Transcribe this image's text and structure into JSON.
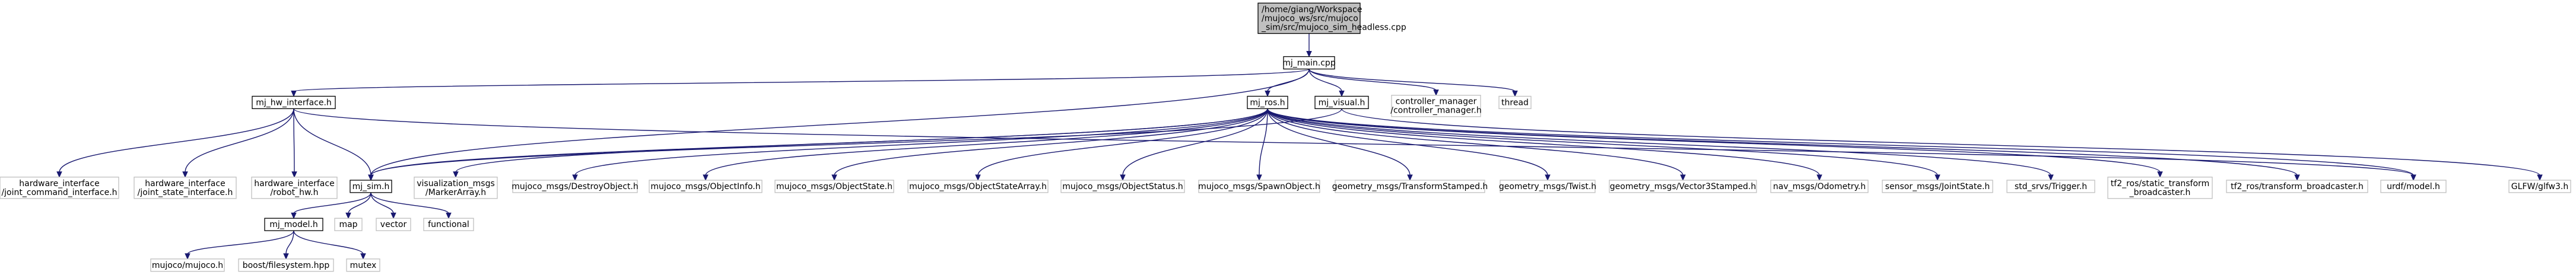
{
  "graph": {
    "title": "",
    "nodes": [
      {
        "id": "root",
        "lines": [
          "/home/giang/Workspace",
          "/mujoco_ws/src/mujoco",
          "_sim/src/mujoco_sim_headless.cpp"
        ],
        "kind": "root"
      },
      {
        "id": "mj_main",
        "lines": [
          "mj_main.cpp"
        ],
        "kind": "documented"
      },
      {
        "id": "mj_hw_interface",
        "lines": [
          "mj_hw_interface.h"
        ],
        "kind": "documented"
      },
      {
        "id": "mj_ros",
        "lines": [
          "mj_ros.h"
        ],
        "kind": "documented"
      },
      {
        "id": "mj_visual",
        "lines": [
          "mj_visual.h"
        ],
        "kind": "documented"
      },
      {
        "id": "controller_manager",
        "lines": [
          "controller_manager",
          "/controller_manager.h"
        ],
        "kind": "external"
      },
      {
        "id": "thread",
        "lines": [
          "thread"
        ],
        "kind": "external"
      },
      {
        "id": "hi_joint_command",
        "lines": [
          "hardware_interface",
          "/joint_command_interface.h"
        ],
        "kind": "external"
      },
      {
        "id": "hi_joint_state",
        "lines": [
          "hardware_interface",
          "/joint_state_interface.h"
        ],
        "kind": "external"
      },
      {
        "id": "hi_robot_hw",
        "lines": [
          "hardware_interface",
          "/robot_hw.h"
        ],
        "kind": "external"
      },
      {
        "id": "mj_sim",
        "lines": [
          "mj_sim.h"
        ],
        "kind": "documented"
      },
      {
        "id": "viz_markerarray",
        "lines": [
          "visualization_msgs",
          "/MarkerArray.h"
        ],
        "kind": "external"
      },
      {
        "id": "destroy_object",
        "lines": [
          "mujoco_msgs/DestroyObject.h"
        ],
        "kind": "external"
      },
      {
        "id": "object_info",
        "lines": [
          "mujoco_msgs/ObjectInfo.h"
        ],
        "kind": "external"
      },
      {
        "id": "object_state",
        "lines": [
          "mujoco_msgs/ObjectState.h"
        ],
        "kind": "external"
      },
      {
        "id": "object_state_array",
        "lines": [
          "mujoco_msgs/ObjectStateArray.h"
        ],
        "kind": "external"
      },
      {
        "id": "object_status",
        "lines": [
          "mujoco_msgs/ObjectStatus.h"
        ],
        "kind": "external"
      },
      {
        "id": "spawn_object",
        "lines": [
          "mujoco_msgs/SpawnObject.h"
        ],
        "kind": "external"
      },
      {
        "id": "transform_stamped",
        "lines": [
          "geometry_msgs/TransformStamped.h"
        ],
        "kind": "external"
      },
      {
        "id": "twist",
        "lines": [
          "geometry_msgs/Twist.h"
        ],
        "kind": "external"
      },
      {
        "id": "vector3_stamped",
        "lines": [
          "geometry_msgs/Vector3Stamped.h"
        ],
        "kind": "external"
      },
      {
        "id": "odometry",
        "lines": [
          "nav_msgs/Odometry.h"
        ],
        "kind": "external"
      },
      {
        "id": "joint_state",
        "lines": [
          "sensor_msgs/JointState.h"
        ],
        "kind": "external"
      },
      {
        "id": "trigger",
        "lines": [
          "std_srvs/Trigger.h"
        ],
        "kind": "external"
      },
      {
        "id": "static_tf_broadcaster",
        "lines": [
          "tf2_ros/static_transform",
          "_broadcaster.h"
        ],
        "kind": "external"
      },
      {
        "id": "tf_broadcaster",
        "lines": [
          "tf2_ros/transform_broadcaster.h"
        ],
        "kind": "external"
      },
      {
        "id": "urdf_model",
        "lines": [
          "urdf/model.h"
        ],
        "kind": "external"
      },
      {
        "id": "glfw3",
        "lines": [
          "GLFW/glfw3.h"
        ],
        "kind": "external"
      },
      {
        "id": "mj_model",
        "lines": [
          "mj_model.h"
        ],
        "kind": "documented"
      },
      {
        "id": "map",
        "lines": [
          "map"
        ],
        "kind": "external"
      },
      {
        "id": "vector",
        "lines": [
          "vector"
        ],
        "kind": "external"
      },
      {
        "id": "functional",
        "lines": [
          "functional"
        ],
        "kind": "external"
      },
      {
        "id": "mujoco_h",
        "lines": [
          "mujoco/mujoco.h"
        ],
        "kind": "external"
      },
      {
        "id": "boost_filesystem",
        "lines": [
          "boost/filesystem.hpp"
        ],
        "kind": "external"
      },
      {
        "id": "mutex",
        "lines": [
          "mutex"
        ],
        "kind": "external"
      }
    ],
    "edges": [
      [
        "root",
        "mj_main"
      ],
      [
        "mj_main",
        "mj_hw_interface"
      ],
      [
        "mj_main",
        "mj_ros"
      ],
      [
        "mj_main",
        "mj_visual"
      ],
      [
        "mj_main",
        "controller_manager"
      ],
      [
        "mj_main",
        "thread"
      ],
      [
        "mj_main",
        "mj_sim"
      ],
      [
        "mj_hw_interface",
        "hi_joint_command"
      ],
      [
        "mj_hw_interface",
        "hi_joint_state"
      ],
      [
        "mj_hw_interface",
        "hi_robot_hw"
      ],
      [
        "mj_hw_interface",
        "mj_sim"
      ],
      [
        "mj_hw_interface",
        "urdf_model"
      ],
      [
        "mj_ros",
        "mj_sim"
      ],
      [
        "mj_ros",
        "viz_markerarray"
      ],
      [
        "mj_ros",
        "destroy_object"
      ],
      [
        "mj_ros",
        "object_info"
      ],
      [
        "mj_ros",
        "object_state"
      ],
      [
        "mj_ros",
        "object_state_array"
      ],
      [
        "mj_ros",
        "object_status"
      ],
      [
        "mj_ros",
        "spawn_object"
      ],
      [
        "mj_ros",
        "transform_stamped"
      ],
      [
        "mj_ros",
        "twist"
      ],
      [
        "mj_ros",
        "vector3_stamped"
      ],
      [
        "mj_ros",
        "odometry"
      ],
      [
        "mj_ros",
        "joint_state"
      ],
      [
        "mj_ros",
        "trigger"
      ],
      [
        "mj_ros",
        "static_tf_broadcaster"
      ],
      [
        "mj_ros",
        "tf_broadcaster"
      ],
      [
        "mj_ros",
        "urdf_model"
      ],
      [
        "mj_visual",
        "mj_sim"
      ],
      [
        "mj_visual",
        "glfw3"
      ],
      [
        "mj_sim",
        "mj_model"
      ],
      [
        "mj_sim",
        "map"
      ],
      [
        "mj_sim",
        "vector"
      ],
      [
        "mj_sim",
        "functional"
      ],
      [
        "mj_model",
        "mujoco_h"
      ],
      [
        "mj_model",
        "boost_filesystem"
      ],
      [
        "mj_model",
        "mutex"
      ]
    ]
  }
}
